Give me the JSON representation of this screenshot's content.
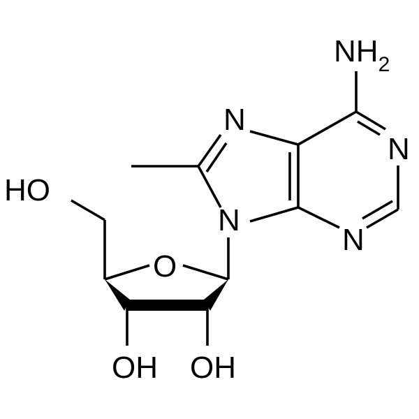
{
  "molecule": {
    "labels": {
      "nh2_n": "NH",
      "nh2_sub": "2",
      "n1": "N",
      "n3": "N",
      "n7": "N",
      "n9": "N",
      "ring_o": "O",
      "ho5": "HO",
      "oh3": "OH",
      "oh2": "OH"
    }
  }
}
